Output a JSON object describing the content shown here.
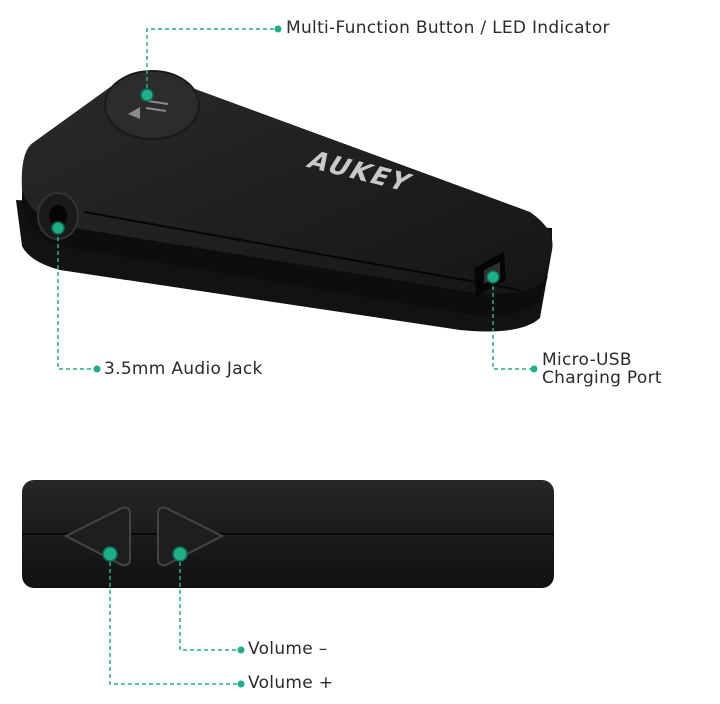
{
  "diagram": {
    "product": {
      "brand_logo": "AUKEY",
      "views": [
        "top-perspective-view",
        "side-view"
      ]
    },
    "accent_color": "#1fae8a",
    "device_color": "#1c1c1c",
    "callouts": [
      {
        "id": "multi-function-button",
        "label": "Multi-Function Button / LED Indicator"
      },
      {
        "id": "audio-jack",
        "label": "3.5mm Audio Jack"
      },
      {
        "id": "micro-usb",
        "label_line1": "Micro-USB",
        "label_line2": "Charging Port"
      },
      {
        "id": "volume-down",
        "label": "Volume –"
      },
      {
        "id": "volume-up",
        "label": "Volume +"
      }
    ]
  }
}
